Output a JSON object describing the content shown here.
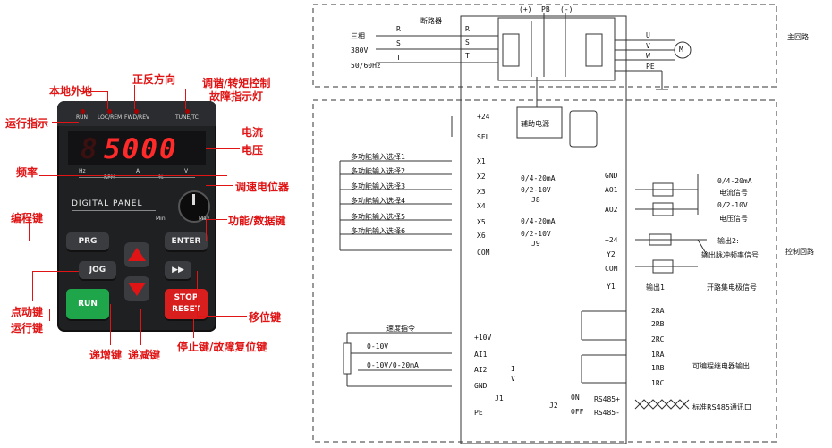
{
  "panel": {
    "indicator_labels": [
      "RUN",
      "LOC/REM",
      "FWD/REV",
      "TUNE/TC"
    ],
    "display_value": "5000",
    "unit_labels": [
      "Hz",
      "RPM",
      "A",
      "%",
      "V"
    ],
    "brand": "DIGITAL PANEL",
    "pot_min": "Min",
    "pot_max": "Max",
    "btn_prg": "PRG",
    "btn_enter": "ENTER",
    "btn_jog": "JOG",
    "btn_run": "RUN",
    "btn_stop": "STOP",
    "btn_reset": "RESET"
  },
  "callouts": {
    "local_remote": "本地外地",
    "fwd_rev": "正反方向",
    "tune_fault": "调谐/转矩控制",
    "tune_fault2": "故障指示灯",
    "run_indicator": "运行指示",
    "current": "电流",
    "voltage": "电压",
    "frequency": "频率",
    "pot": "调速电位器",
    "prog_key": "编程键",
    "func_key": "功能/数据键",
    "jog_key": "点动键",
    "run_key": "运行键",
    "shift_key": "移位键",
    "up_key": "递增键",
    "down_key": "递减键",
    "stop_key": "停止键/故障复位键"
  },
  "diagram": {
    "main_loop": "主回路",
    "control_loop": "控制回路",
    "breaker": "断路器",
    "three_phase": "三相",
    "volt": "380V",
    "freq": "50/60Hz",
    "phases_in": [
      "R",
      "S",
      "T"
    ],
    "phases_out": [
      "U",
      "V",
      "W",
      "PE"
    ],
    "dc_labels": [
      "(+)",
      "PB",
      "(-)"
    ],
    "motor": "M",
    "aux_power": "辅助电源",
    "left_terminals": [
      "+24",
      "SEL",
      "X1",
      "X2",
      "X3",
      "X4",
      "X5",
      "X6",
      "COM",
      "+10V",
      "AI1",
      "AI2",
      "GND",
      "PE"
    ],
    "inputs": [
      "多功能输入选择1",
      "多功能输入选择2",
      "多功能输入选择3",
      "多功能输入选择4",
      "多功能输入选择5",
      "多功能输入选择6"
    ],
    "j8": [
      "0/4-20mA",
      "0/2-10V",
      "J8"
    ],
    "j9": [
      "0/4-20mA",
      "0/2-10V",
      "J9"
    ],
    "speed_cmd": "速度指令",
    "ai_ranges": [
      "0-10V",
      "0-10V/0-20mA"
    ],
    "j1": [
      "I",
      "V",
      "J1"
    ],
    "j2": [
      "ON",
      "OFF",
      "J2"
    ],
    "right_terminals": [
      "GND",
      "AO1",
      "AO2",
      "+24",
      "Y2",
      "COM",
      "Y1",
      "2RA",
      "2RB",
      "2RC",
      "1RA",
      "1RB",
      "1RC",
      "RS485+",
      "RS485-"
    ],
    "ao_desc": [
      "0/4-20mA",
      "电流信号",
      "0/2-10V",
      "电压信号"
    ],
    "out2": "输出2:",
    "pulse": "输出脉冲频率信号",
    "out1": "输出1:",
    "oc": "开路集电极信号",
    "relay": "可编程继电器输出",
    "rs485": "标准RS485通讯口"
  }
}
